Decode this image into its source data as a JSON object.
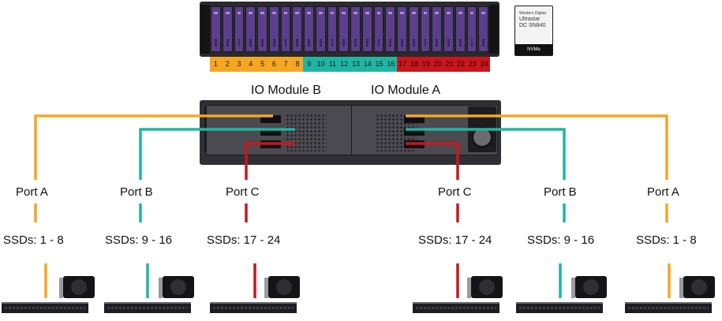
{
  "colors": {
    "port_a": "#f5a623",
    "port_b": "#1fb5a3",
    "port_c": "#c9151d"
  },
  "drive_bays": [
    "1",
    "2",
    "3",
    "4",
    "5",
    "6",
    "7",
    "8",
    "9",
    "10",
    "11",
    "12",
    "13",
    "14",
    "15",
    "16",
    "17",
    "18",
    "19",
    "20",
    "21",
    "22",
    "23",
    "24"
  ],
  "drive_groups": [
    "o",
    "o",
    "o",
    "o",
    "o",
    "o",
    "o",
    "o",
    "t",
    "t",
    "t",
    "t",
    "t",
    "t",
    "t",
    "t",
    "r",
    "r",
    "r",
    "r",
    "r",
    "r",
    "r",
    "r"
  ],
  "ssd_product": {
    "brand": "Western Digital",
    "name": "Ultrastar",
    "model": "DC SN840",
    "badge": "NVMe"
  },
  "modules": {
    "b": "IO Module B",
    "a": "IO Module A"
  },
  "left": [
    {
      "port": "Port A",
      "ssds": "SSDs: 1 - 8"
    },
    {
      "port": "Port B",
      "ssds": "SSDs: 9 - 16"
    },
    {
      "port": "Port C",
      "ssds": "SSDs: 17 - 24"
    }
  ],
  "right": [
    {
      "port": "Port C",
      "ssds": "SSDs: 17 - 24"
    },
    {
      "port": "Port B",
      "ssds": "SSDs: 9 - 16"
    },
    {
      "port": "Port A",
      "ssds": "SSDs: 1 - 8"
    }
  ]
}
